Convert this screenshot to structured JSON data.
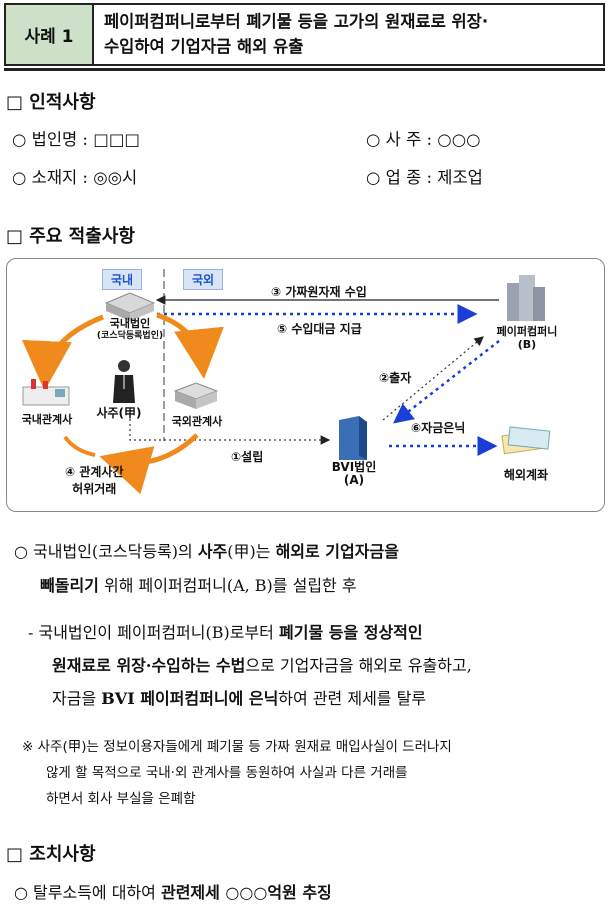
{
  "header": {
    "tag": "사례 1",
    "title_line1": "페이퍼컴퍼니로부터 폐기물 등을 고가의 원재료로 위장·",
    "title_line2": "수입하여 기업자금 해외 유출"
  },
  "section1": {
    "heading": "□ 인적사항",
    "corp_name_label": "○ 법인명 : □□□",
    "owner_label": "○ 사 주 : ○○○",
    "location_label": "○ 소재지 : ◎◎시",
    "industry_label": "○ 업 종 : 제조업"
  },
  "section2": {
    "heading": "□ 주요 적출사항",
    "diagram": {
      "domestic_tag": "국내",
      "overseas_tag": "국외",
      "domestic_corp": "국내법인",
      "domestic_corp_sub": "(코스닥등록법인)",
      "owner": "사주(甲)",
      "domestic_affiliate": "국내관계사",
      "overseas_affiliate": "국외관계사",
      "paper_company": "페이퍼컴퍼니",
      "paper_company_sub": "(B)",
      "bvi_corp": "BVI법인",
      "bvi_corp_sub": "(A)",
      "overseas_account": "해외계좌",
      "arrow3": "③ 가짜원자재 수입",
      "arrow5": "⑤ 수입대금 지급",
      "arrow2": "②출자",
      "arrow6": "⑥자금은닉",
      "arrow1": "①설립",
      "arrow4_line1": "④ 관계사간",
      "arrow4_line2": "허위거래"
    },
    "para1_line1_a": "○ 국내법인(코스닥등록)의 ",
    "para1_line1_b": "사주",
    "para1_line1_c": "(甲)는 ",
    "para1_line1_d": "해외로 기업자금을",
    "para1_line2_a": "빼돌리기",
    "para1_line2_b": " 위해 페이퍼컴퍼니(A, B)를 설립한 후",
    "para2_line1_a": "- 국내법인이 페이퍼컴퍼니(B)로부터 ",
    "para2_line1_b": "폐기물 등을 정상적인",
    "para2_line2_a": "원재료로 위장·수입하는 수법",
    "para2_line2_b": "으로 기업자금을 해외로 유출하고,",
    "para2_line3_a": "자금을 ",
    "para2_line3_b": "BVI 페이퍼컴퍼니에 은닉",
    "para2_line3_c": "하여 관련 제세를 탈루",
    "note_line1": "※ 사주(甲)는 정보이용자들에게 폐기물 등 가짜 원재료 매입사실이 드러나지",
    "note_line2": "않게 할 목적으로 국내·외 관계사를 동원하여 사실과 다른 거래를",
    "note_line3": "하면서 회사 부실을 은폐함"
  },
  "section3": {
    "heading": "□ 조치사항",
    "item_a": "○ 탈루소득에 대하여 ",
    "item_b": "관련제세 ○○○억원 추징"
  }
}
